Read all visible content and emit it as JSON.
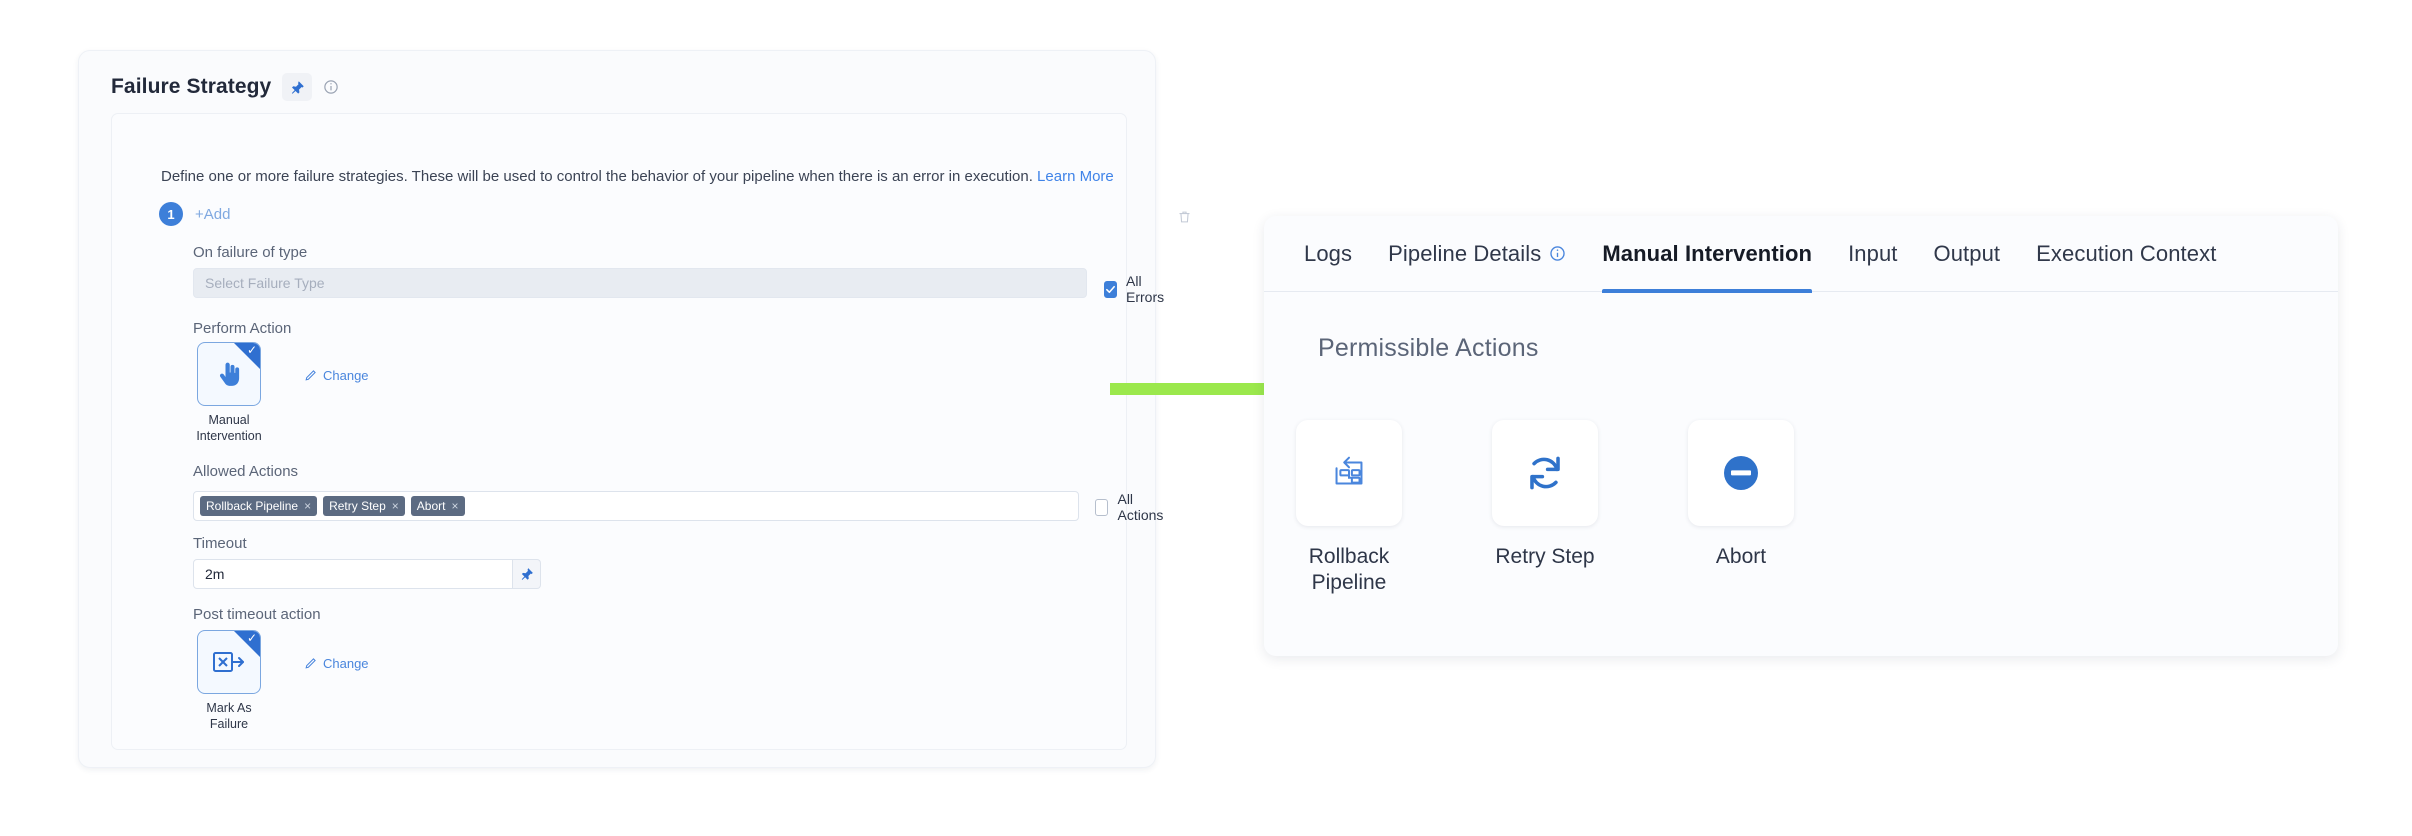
{
  "left_card": {
    "title": "Failure Strategy",
    "pin_icon": "pin-icon",
    "info_icon": "info-circle-icon",
    "description": "Define one or more failure strategies. These will be used to control the behavior of your pipeline when there is an error in execution.",
    "learn_more": "Learn More",
    "strategy_number": "1",
    "add_label": "+Add",
    "delete_icon": "trash-icon",
    "fields": {
      "on_failure_of_type_label": "On failure of type",
      "failure_type_placeholder": "Select Failure Type",
      "all_errors_label": "All Errors",
      "all_errors_checked": true,
      "perform_action_label": "Perform Action",
      "perform_action_value": "Manual\nIntervention",
      "perform_action_line1": "Manual",
      "perform_action_line2": "Intervention",
      "perform_action_icon": "hand-pointer-icon",
      "change_label": "Change",
      "allowed_actions_label": "Allowed Actions",
      "all_actions_label": "All Actions",
      "all_actions_checked": false,
      "allowed_actions": [
        "Rollback Pipeline",
        "Retry Step",
        "Abort"
      ],
      "tag_remove_glyph": "×",
      "timeout_label": "Timeout",
      "timeout_value": "2m",
      "timeout_pin_icon": "pin-icon",
      "post_timeout_action_label": "Post timeout action",
      "post_timeout_line1": "Mark As",
      "post_timeout_line2": "Failure",
      "post_timeout_icon": "mark-as-failure-icon",
      "post_change_label": "Change"
    }
  },
  "arrow": {
    "name": "green-flow-arrow",
    "color": "#9be84c"
  },
  "right_panel": {
    "tabs": [
      {
        "label": "Logs",
        "active": false,
        "info": false
      },
      {
        "label": "Pipeline Details",
        "active": false,
        "info": true
      },
      {
        "label": "Manual Intervention",
        "active": true,
        "info": false
      },
      {
        "label": "Input",
        "active": false,
        "info": false
      },
      {
        "label": "Output",
        "active": false,
        "info": false
      },
      {
        "label": "Execution Context",
        "active": false,
        "info": false
      }
    ],
    "section_title": "Permissible Actions",
    "actions": [
      {
        "label_line1": "Rollback",
        "label_line2": "Pipeline",
        "icon": "rollback-pipeline-icon"
      },
      {
        "label_line1": "Retry Step",
        "label_line2": "",
        "icon": "retry-step-icon"
      },
      {
        "label_line1": "Abort",
        "label_line2": "",
        "icon": "abort-icon"
      }
    ]
  },
  "colors": {
    "accent_blue": "#3d7fd9",
    "tag_gray": "#5c6b82",
    "arrow_green": "#9be84c"
  }
}
